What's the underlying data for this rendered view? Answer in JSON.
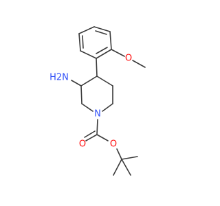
{
  "molecule": {
    "atoms": {
      "amine": {
        "label": "H2N",
        "color": "#3050F8"
      },
      "methoxy_oxygen": {
        "label": "O",
        "color": "#FF0D0D"
      },
      "ring_nitrogen": {
        "label": "N",
        "color": "#3050F8"
      },
      "carbonyl_oxygen": {
        "label": "O",
        "color": "#FF0D0D"
      },
      "ester_oxygen": {
        "label": "O",
        "color": "#FF0D0D"
      }
    },
    "bond_color": "#3a3a3a"
  }
}
